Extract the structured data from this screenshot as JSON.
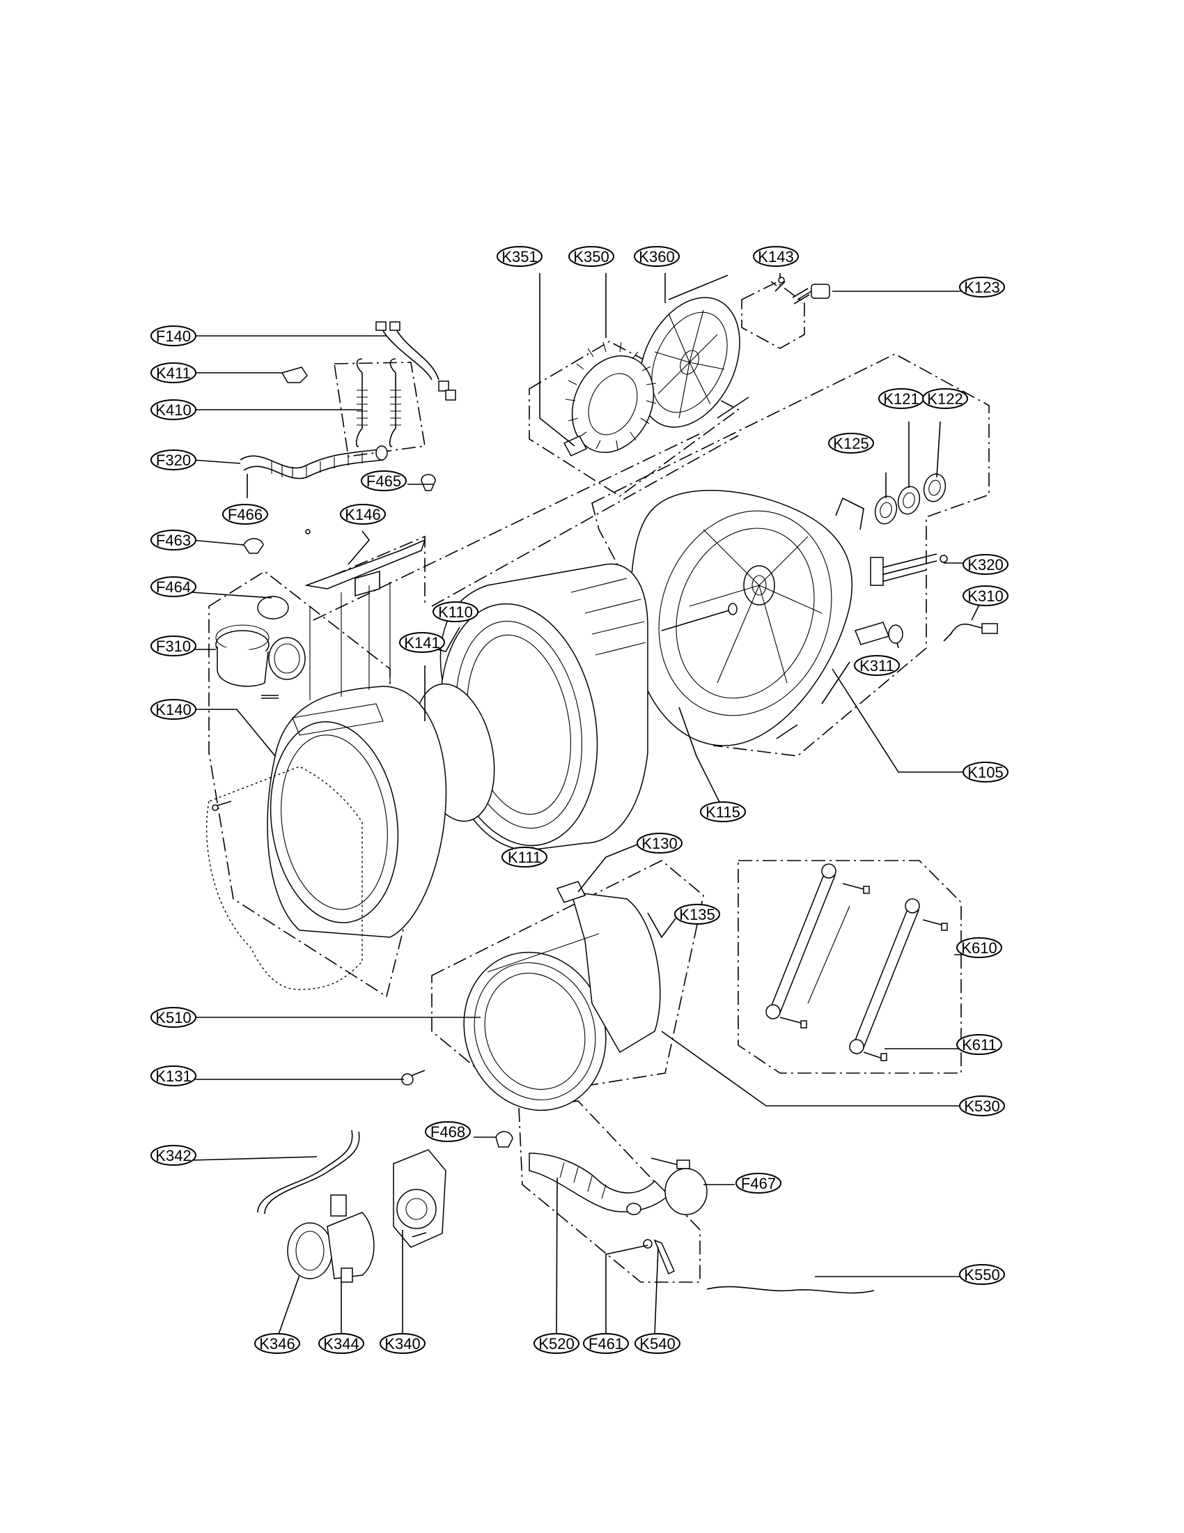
{
  "diagram": {
    "labels": [
      {
        "id": "K351",
        "text": "K351"
      },
      {
        "id": "K350",
        "text": "K350"
      },
      {
        "id": "K360",
        "text": "K360"
      },
      {
        "id": "K143",
        "text": "K143"
      },
      {
        "id": "K123",
        "text": "K123"
      },
      {
        "id": "F140",
        "text": "F140"
      },
      {
        "id": "K411",
        "text": "K411"
      },
      {
        "id": "K410",
        "text": "K410"
      },
      {
        "id": "K121",
        "text": "K121"
      },
      {
        "id": "K122",
        "text": "K122"
      },
      {
        "id": "K125",
        "text": "K125"
      },
      {
        "id": "F320",
        "text": "F320"
      },
      {
        "id": "F465",
        "text": "F465"
      },
      {
        "id": "F466",
        "text": "F466"
      },
      {
        "id": "K146",
        "text": "K146"
      },
      {
        "id": "F463",
        "text": "F463"
      },
      {
        "id": "K320",
        "text": "K320"
      },
      {
        "id": "F464",
        "text": "F464"
      },
      {
        "id": "K310",
        "text": "K310"
      },
      {
        "id": "K110",
        "text": "K110"
      },
      {
        "id": "F310",
        "text": "F310"
      },
      {
        "id": "K141",
        "text": "K141"
      },
      {
        "id": "K311",
        "text": "K311"
      },
      {
        "id": "K140",
        "text": "K140"
      },
      {
        "id": "K105",
        "text": "K105"
      },
      {
        "id": "K115",
        "text": "K115"
      },
      {
        "id": "K111",
        "text": "K111"
      },
      {
        "id": "K130",
        "text": "K130"
      },
      {
        "id": "K135",
        "text": "K135"
      },
      {
        "id": "K610",
        "text": "K610"
      },
      {
        "id": "K510",
        "text": "K510"
      },
      {
        "id": "K611",
        "text": "K611"
      },
      {
        "id": "K131",
        "text": "K131"
      },
      {
        "id": "K530",
        "text": "K530"
      },
      {
        "id": "F468",
        "text": "F468"
      },
      {
        "id": "K342",
        "text": "K342"
      },
      {
        "id": "F467",
        "text": "F467"
      },
      {
        "id": "K550",
        "text": "K550"
      },
      {
        "id": "K346",
        "text": "K346"
      },
      {
        "id": "K344",
        "text": "K344"
      },
      {
        "id": "K340",
        "text": "K340"
      },
      {
        "id": "K520",
        "text": "K520"
      },
      {
        "id": "F461",
        "text": "F461"
      },
      {
        "id": "K540",
        "text": "K540"
      }
    ]
  }
}
